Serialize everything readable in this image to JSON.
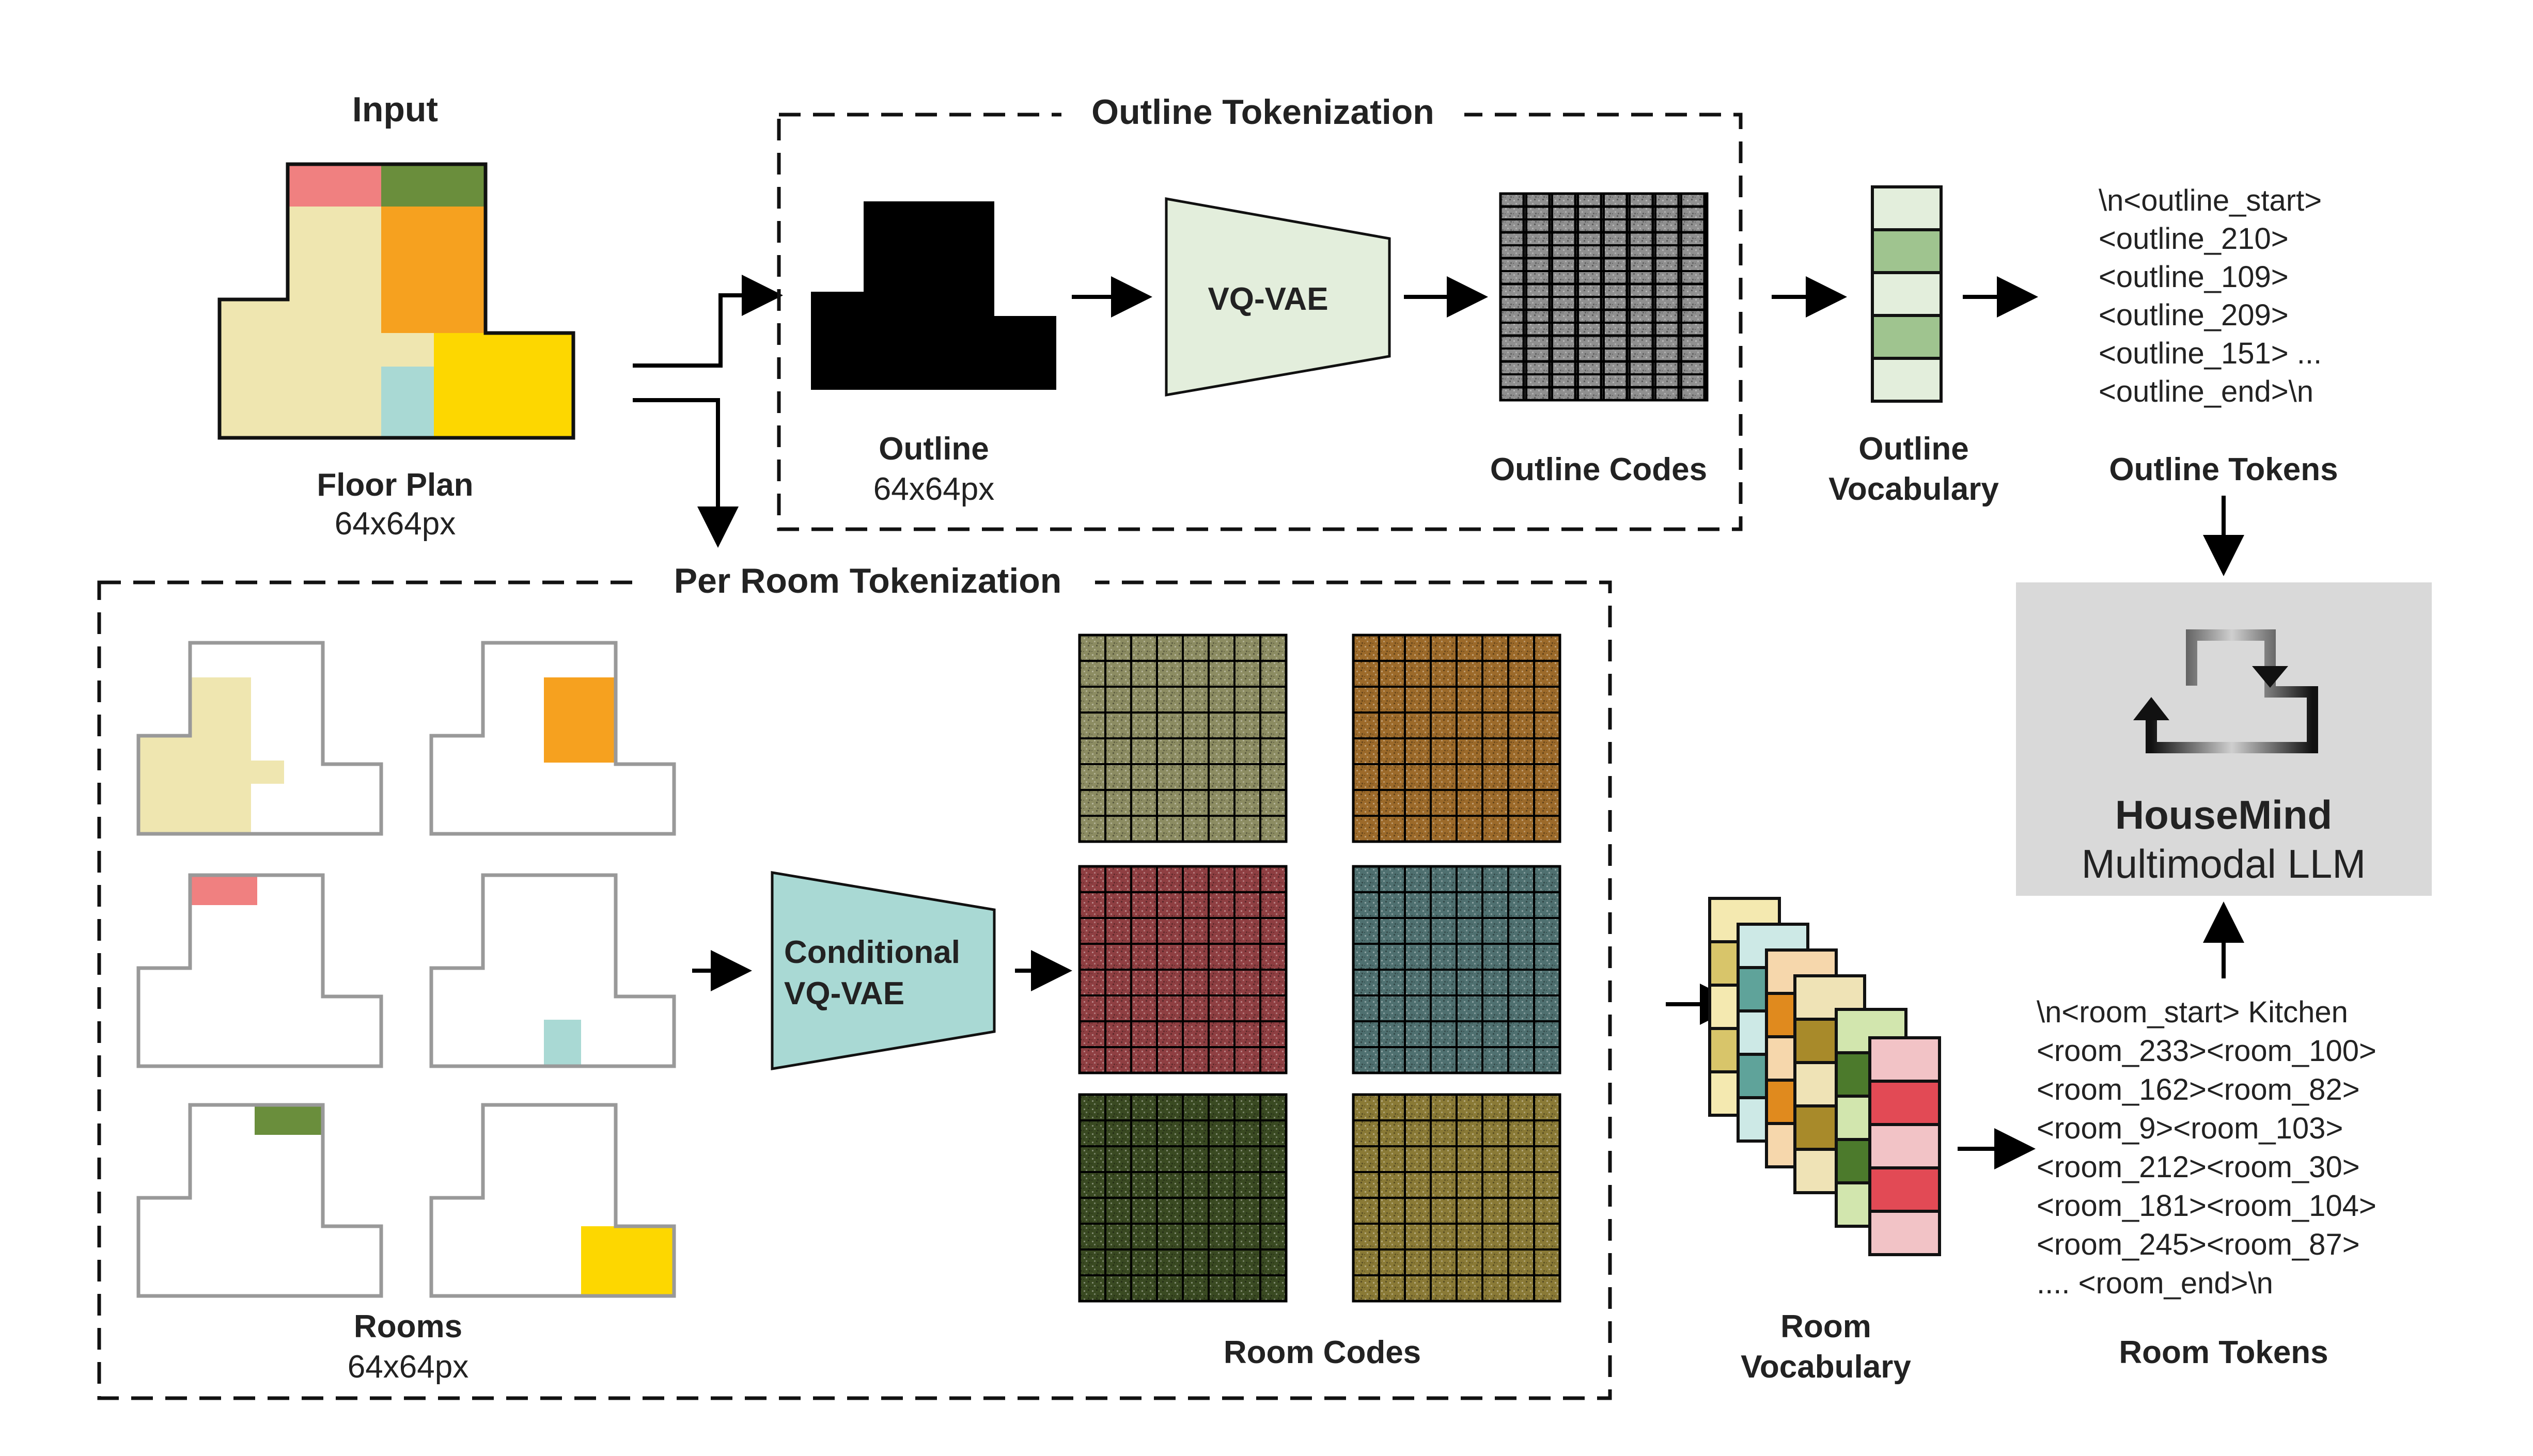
{
  "input": {
    "heading": "Input",
    "caption_title": "Floor Plan",
    "caption_size": "64x64px"
  },
  "outline_tokenization": {
    "title": "Outline Tokenization",
    "outline_label": "Outline",
    "outline_size": "64x64px",
    "encoder_label": "VQ-VAE",
    "codes_label": "Outline Codes"
  },
  "outline_vocab": {
    "label_line1": "Outline",
    "label_line2": "Vocabulary",
    "colors": [
      "#e3eedc",
      "#9fc48f",
      "#e3eedc",
      "#9fc48f",
      "#e3eedc"
    ]
  },
  "outline_tokens": {
    "lines": [
      "\\n<outline_start>",
      "<outline_210>",
      "<outline_109>",
      "<outline_209>",
      "<outline_151> ...",
      "<outline_end>\\n"
    ],
    "label": "Outline Tokens"
  },
  "per_room": {
    "title": "Per Room Tokenization",
    "rooms_label": "Rooms",
    "rooms_size": "64x64px",
    "encoder_line1": "Conditional",
    "encoder_line2": "VQ-VAE",
    "codes_label": "Room Codes"
  },
  "room_vocab": {
    "label_line1": "Room",
    "label_line2": "Vocabulary"
  },
  "room_tokens": {
    "lines": [
      "\\n<room_start> Kitchen",
      "<room_233><room_100>",
      "<room_162><room_82>",
      "<room_9><room_103>",
      "<room_212><room_30>",
      "<room_181><room_104>",
      "<room_245><room_87>",
      ".... <room_end>\\n"
    ],
    "label": "Room Tokens"
  },
  "model": {
    "name": "HouseMind",
    "subtitle": "Multimodal LLM",
    "icon": "cycle-arrows-icon"
  },
  "colors": {
    "room_beige": "#efe6b0",
    "room_pink": "#f08080",
    "room_green": "#6a8e3c",
    "room_orange": "#f6a11f",
    "room_yellow": "#fdd700",
    "room_teal": "#a9d9d4",
    "vqvae_fill": "#e3eedc",
    "cond_vqvae_fill": "#a9d9d4",
    "model_bg": "#d9d9d9",
    "code_colors": [
      "#8c8c62",
      "#9c6a2a",
      "#8f3f42",
      "#4f7070",
      "#3a4a22",
      "#8a7a36"
    ]
  }
}
